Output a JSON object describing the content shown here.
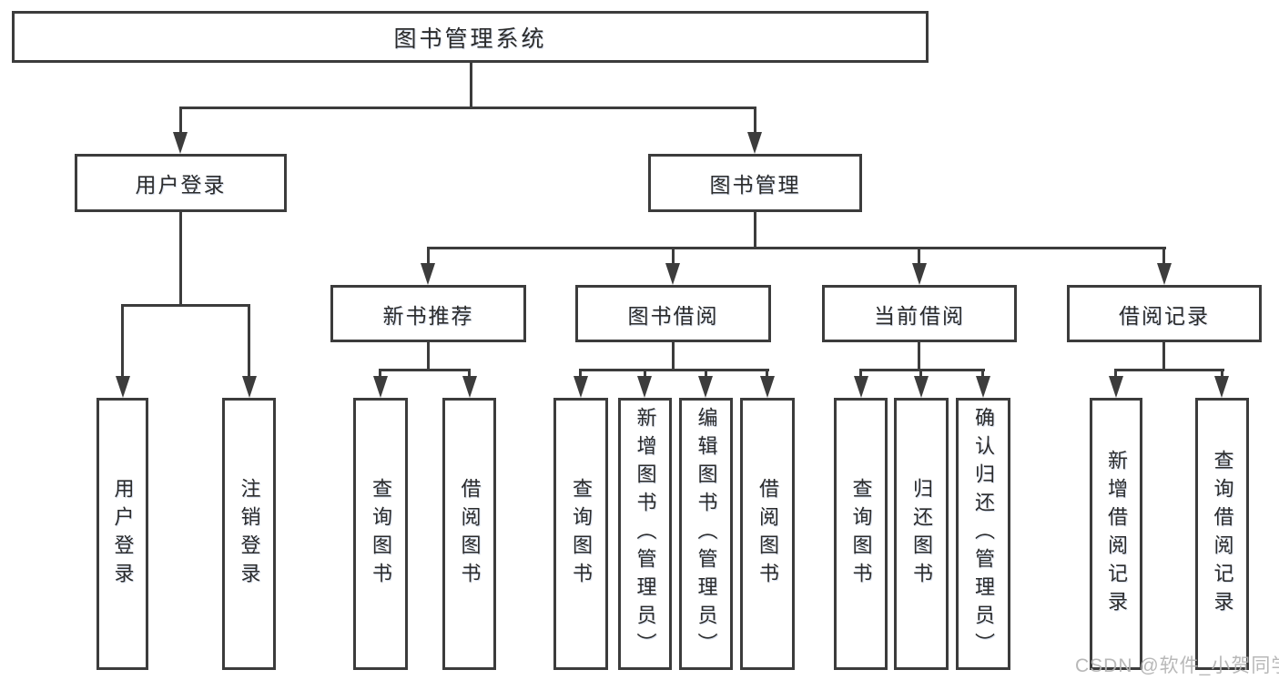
{
  "colors": {
    "background": "#ffffff",
    "line": "#3c3c3c",
    "border": "#3c3c3c",
    "text": "#2b2b2b",
    "watermark": "#b2b2b2"
  },
  "diagram": {
    "root": {
      "label": "图书管理系统"
    },
    "branches": {
      "user_login": {
        "label": "用户登录",
        "children": [
          {
            "label": "用户登录"
          },
          {
            "label": "注销登录"
          }
        ]
      },
      "book_mgmt": {
        "label": "图书管理",
        "children": [
          {
            "label": "新书推荐",
            "children": [
              {
                "label": "查询图书"
              },
              {
                "label": "借阅图书"
              }
            ]
          },
          {
            "label": "图书借阅",
            "children": [
              {
                "label": "查询图书"
              },
              {
                "label": "新增图书（管理员）"
              },
              {
                "label": "编辑图书（管理员）"
              },
              {
                "label": "借阅图书"
              }
            ]
          },
          {
            "label": "当前借阅",
            "children": [
              {
                "label": "查询图书"
              },
              {
                "label": "归还图书"
              },
              {
                "label": "确认归还（管理员）"
              }
            ]
          },
          {
            "label": "借阅记录",
            "children": [
              {
                "label": "新增借阅记录"
              },
              {
                "label": "查询借阅记录"
              }
            ]
          }
        ]
      }
    }
  },
  "watermark": {
    "text": "CSDN @软件_小贺同学"
  }
}
